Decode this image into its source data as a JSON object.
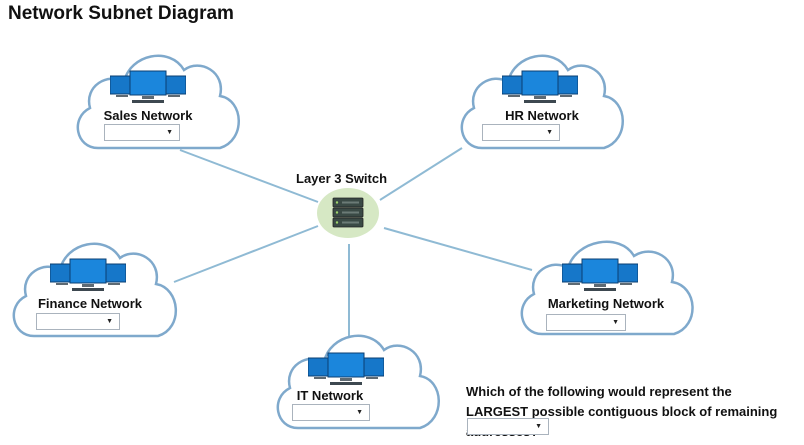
{
  "page": {
    "title": "Network Subnet Diagram"
  },
  "switch": {
    "label": "Layer 3 Switch"
  },
  "networks": {
    "sales": {
      "label": "Sales Network",
      "selected": ""
    },
    "hr": {
      "label": "HR Network",
      "selected": ""
    },
    "finance": {
      "label": "Finance Network",
      "selected": ""
    },
    "marketing": {
      "label": "Marketing Network",
      "selected": ""
    },
    "it": {
      "label": "IT Network",
      "selected": ""
    }
  },
  "question": {
    "text": "Which of the following would represent the LARGEST possible contiguous block of remaining addresses?",
    "selected": ""
  },
  "icons": {
    "cloud": "cloud-icon",
    "computers": "computer-group-icon",
    "switch": "layer3-switch-icon",
    "dropdown_arrow": "chevron-down-icon"
  },
  "colors": {
    "cloud_fill": "#ffffff",
    "cloud_stroke": "#7fa9cc",
    "link_line": "#8fbad4",
    "monitor_blue": "#1677c9",
    "switch_halo": "#d6e8c4",
    "switch_body": "#3a4a45"
  }
}
